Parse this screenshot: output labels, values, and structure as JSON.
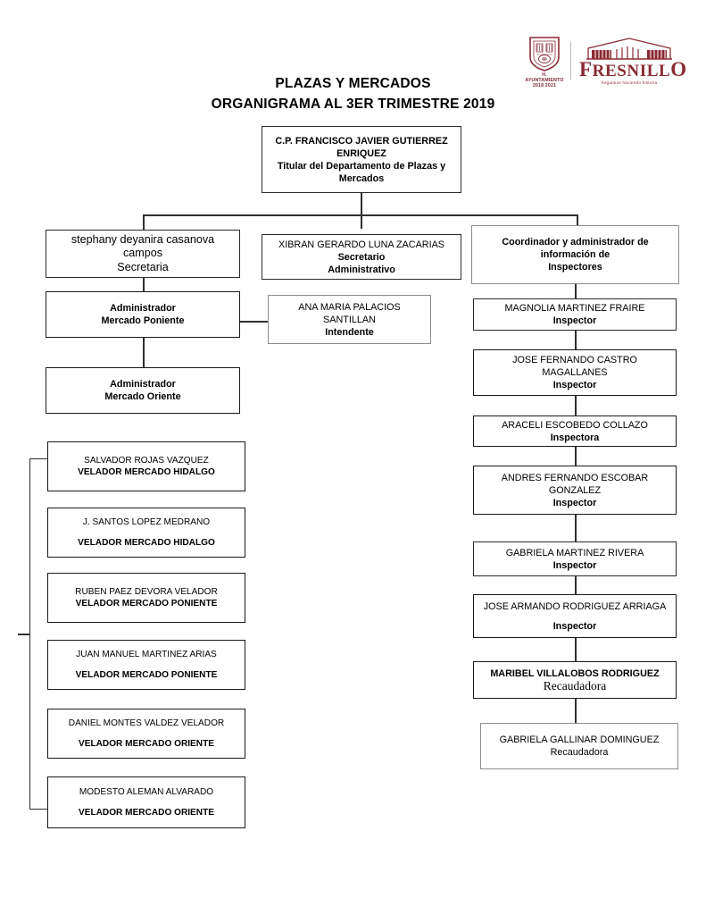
{
  "document": {
    "title_line_1": "PLAZAS Y MERCADOS",
    "title_line_2": "ORGANIGRAMA AL 3ER TRIMESTRE 2019"
  },
  "logo": {
    "crest_name": "coat-of-arms",
    "crest_caption": "H. AYUNTAMIENTO",
    "crest_years": "2018  2021",
    "wordmark_first": "F",
    "wordmark_rest": "RESNILL",
    "wordmark_last": "O",
    "wordmark_tagline": "Seguimos haciendo historia",
    "accent_color": "#8a2b33"
  },
  "chart": {
    "root": {
      "name": "C.P. FRANCISCO JAVIER GUTIERREZ",
      "name_2": "ENRIQUEZ",
      "role": "Titular del Departamento de Plazas y",
      "role_2": "Mercados"
    },
    "level2": [
      {
        "name": "stephany deyanira casanova",
        "name_2": "campos",
        "role": "Secretaria"
      },
      {
        "name": "XIBRAN GERARDO LUNA ZACARIAS",
        "role": "Secretario",
        "role_2": "Administrativo"
      },
      {
        "name": "Coordinador y administrador de",
        "name_2": "información de",
        "name_3": "Inspectores"
      }
    ],
    "administradores": [
      {
        "line_1": "Administrador",
        "line_2": "Mercado Poniente"
      },
      {
        "line_1": "Administrador",
        "line_2": "Mercado Oriente"
      }
    ],
    "intendente": {
      "name": "ANA MARIA PALACIOS",
      "name_2": "SANTILLAN",
      "role": "Intendente"
    },
    "veladores": [
      {
        "name": "SALVADOR ROJAS VAZQUEZ",
        "role": "VELADOR MERCADO HIDALGO"
      },
      {
        "name": "J. SANTOS LOPEZ MEDRANO",
        "role": "VELADOR MERCADO HIDALGO"
      },
      {
        "name": "RUBEN PAEZ DEVORA VELADOR",
        "role": "VELADOR MERCADO PONIENTE"
      },
      {
        "name": "JUAN MANUEL MARTINEZ ARIAS",
        "role": "VELADOR MERCADO PONIENTE"
      },
      {
        "name": "DANIEL MONTES VALDEZ VELADOR",
        "role": "VELADOR MERCADO ORIENTE"
      },
      {
        "name": "MODESTO ALEMAN ALVARADO",
        "role": "VELADOR MERCADO ORIENTE"
      }
    ],
    "inspectores": [
      {
        "name": "MAGNOLIA MARTINEZ FRAIRE",
        "role": "Inspector"
      },
      {
        "name": "JOSE FERNANDO CASTRO",
        "name_2": "MAGALLANES",
        "role": "Inspector"
      },
      {
        "name": "ARACELI ESCOBEDO COLLAZO",
        "role": "Inspectora"
      },
      {
        "name": "ANDRES FERNANDO ESCOBAR",
        "name_2": "GONZALEZ",
        "role": "Inspector"
      },
      {
        "name": "GABRIELA MARTINEZ RIVERA",
        "role": "Inspector"
      },
      {
        "name": "JOSE ARMANDO RODRIGUEZ ARRIAGA",
        "role": "Inspector"
      }
    ],
    "recaudadoras": [
      {
        "name": "MARIBEL VILLALOBOS RODRIGUEZ",
        "role": "Recaudadora"
      },
      {
        "name": "GABRIELA GALLINAR DOMINGUEZ",
        "role": "Recaudadora"
      }
    ]
  }
}
